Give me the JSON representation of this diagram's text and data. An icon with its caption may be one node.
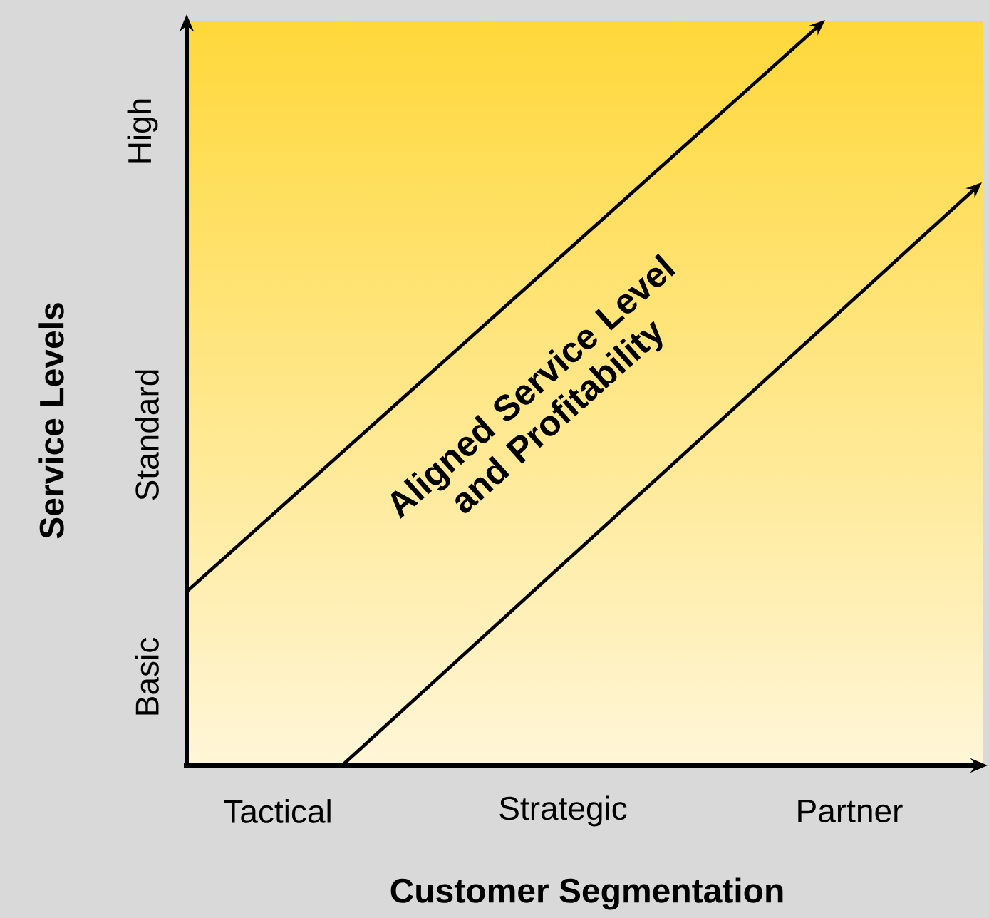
{
  "diagram": {
    "labels": [
      "High",
      "Standard",
      "Basic",
      "Aligned Service Level and Profitability",
      "Service Levels",
      "Tactical",
      "Strategic",
      "Partner",
      "Customer Segmentation"
    ]
  }
}
